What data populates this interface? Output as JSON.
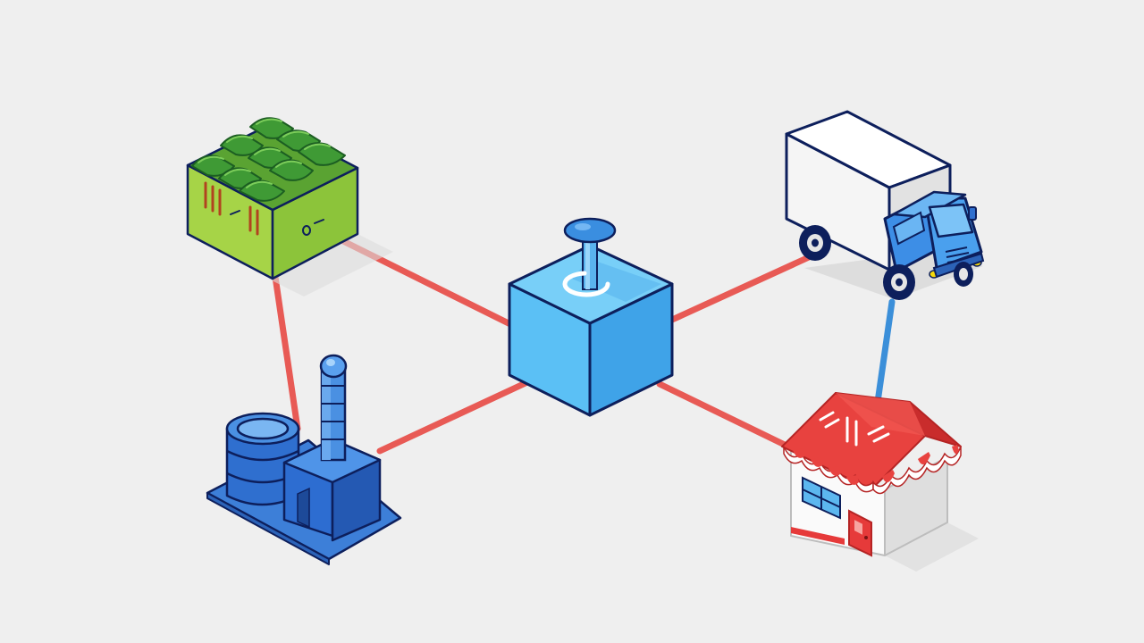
{
  "diagram": {
    "background_color": "#efefef",
    "outline_color": "#0d1f5c",
    "nodes": [
      {
        "id": "hub",
        "icon": "blockchain-cube-icon",
        "kind": "central-hub"
      },
      {
        "id": "farm",
        "icon": "farm-field-icon",
        "kind": "supplier"
      },
      {
        "id": "factory",
        "icon": "factory-icon",
        "kind": "manufacturer"
      },
      {
        "id": "truck",
        "icon": "delivery-truck-icon",
        "kind": "logistics"
      },
      {
        "id": "store",
        "icon": "retail-store-icon",
        "kind": "retailer"
      }
    ],
    "edges": [
      {
        "from": "farm",
        "to": "hub",
        "color": "#e85a55"
      },
      {
        "from": "farm",
        "to": "factory",
        "color": "#e85a55"
      },
      {
        "from": "factory",
        "to": "hub",
        "color": "#e85a55"
      },
      {
        "from": "hub",
        "to": "truck",
        "color": "#e85a55"
      },
      {
        "from": "hub",
        "to": "store",
        "color": "#e85a55"
      },
      {
        "from": "truck",
        "to": "store",
        "color": "#3b8fd9"
      }
    ]
  }
}
